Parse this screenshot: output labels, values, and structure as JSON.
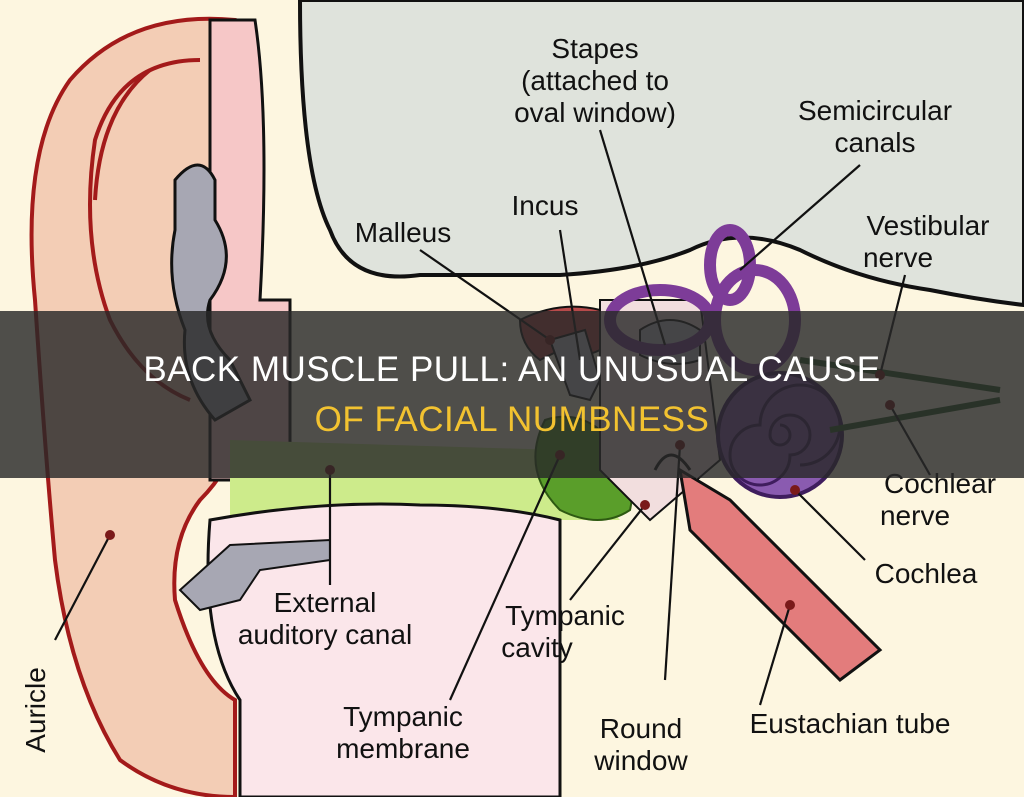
{
  "labels": {
    "stapes": [
      "Stapes",
      "(attached to",
      "oval window)"
    ],
    "semicircular": [
      "Semicircular",
      "canals"
    ],
    "incus": "Incus",
    "malleus": "Malleus",
    "vestibular": [
      "Vestibular",
      "nerve"
    ],
    "cochlear_nerve": [
      "Cochlear",
      "nerve"
    ],
    "cochlea": "Cochlea",
    "external_canal": [
      "External",
      "auditory canal"
    ],
    "tympanic_cavity": [
      "Tympanic",
      "cavity"
    ],
    "tympanic_membrane": [
      "Tympanic",
      "membrane"
    ],
    "round_window": [
      "Round",
      "window"
    ],
    "eustachian": "Eustachian tube",
    "auricle": "Auricle"
  },
  "banner": {
    "line1": "BACK MUSCLE PULL: AN UNUSUAL CAUSE",
    "line2": "OF FACIAL NUMBNESS",
    "line1_color": "#ffffff",
    "line2_color": "#f2c230"
  }
}
